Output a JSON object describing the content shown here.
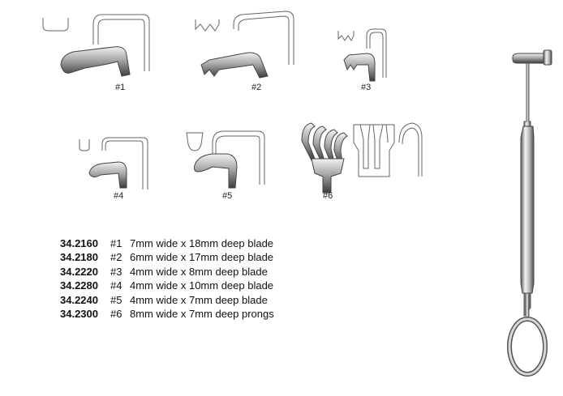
{
  "figures": [
    {
      "label": "#1"
    },
    {
      "label": "#2"
    },
    {
      "label": "#3"
    },
    {
      "label": "#4"
    },
    {
      "label": "#5"
    },
    {
      "label": "#6"
    }
  ],
  "specs": [
    {
      "code": "34.2160",
      "num": "#1",
      "desc": "7mm wide x 18mm deep blade"
    },
    {
      "code": "34.2180",
      "num": "#2",
      "desc": "6mm wide x 17mm deep blade"
    },
    {
      "code": "34.2220",
      "num": "#3",
      "desc": "4mm wide x 8mm deep blade"
    },
    {
      "code": "34.2280",
      "num": "#4",
      "desc": "4mm wide x 10mm deep blade"
    },
    {
      "code": "34.2240",
      "num": "#5",
      "desc": "4mm wide x 7mm deep blade"
    },
    {
      "code": "34.2300",
      "num": "#6",
      "desc": "8mm wide x 7mm deep prongs"
    }
  ],
  "colors": {
    "steel_light": "#d8d8d8",
    "steel_mid": "#9a9a9a",
    "steel_dark": "#3a3a3a",
    "outline": "#777777"
  }
}
